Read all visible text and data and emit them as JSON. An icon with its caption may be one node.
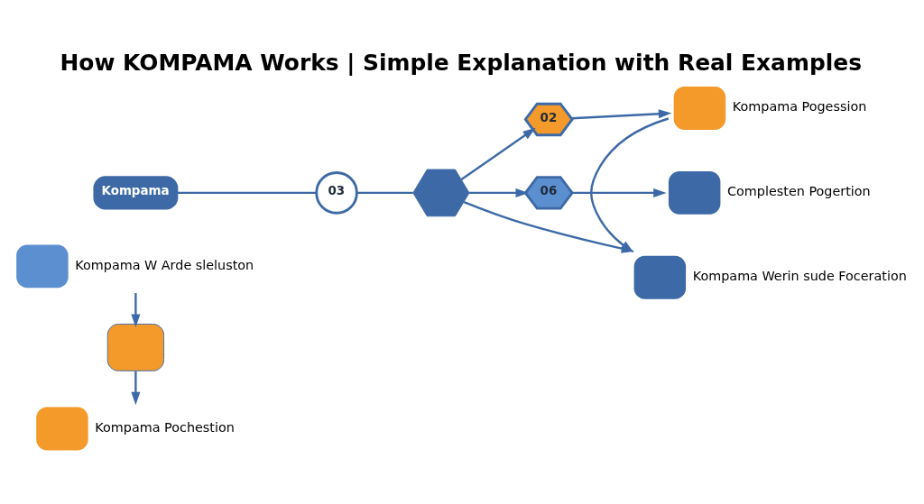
{
  "diagram": {
    "title": "How KOMPAMA Works | Simple Explanation with Real Examples",
    "nodes": [
      {
        "text": [],
        "shape": "box",
        "beside": [
          "Kompama W Arde sleluston"
        ]
      },
      {
        "text": [],
        "shape": "box"
      },
      {
        "text": [],
        "shape": "box",
        "beside": [
          "Kompama Pochestion"
        ]
      },
      {
        "text": [
          "Kompama"
        ]
      },
      {
        "text": [
          "03"
        ]
      },
      {
        "text": [],
        "shape": "hexagon"
      },
      {
        "text": [
          "02"
        ]
      },
      {
        "text": [
          "06"
        ]
      },
      {
        "text": [],
        "shape": "box",
        "beside": [
          "Kompama Pogession"
        ]
      },
      {
        "text": [],
        "shape": "box",
        "beside": [
          "Kompama Werin sude Foceration"
        ]
      },
      {
        "text": [],
        "shape": "box",
        "beside": [
          "Complesten Pogertion"
        ]
      }
    ],
    "edges": [
      {
        "from": 0,
        "to": 1,
        "arrow": "to"
      },
      {
        "from": 1,
        "to": 2,
        "arrow": "to"
      },
      {
        "from": 3,
        "to": 4,
        "arrow": "none"
      },
      {
        "from": 4,
        "to": 5,
        "arrow": "none"
      },
      {
        "from": 5,
        "to": 6,
        "arrow": "to"
      },
      {
        "from": 6,
        "to": 8,
        "arrow": "to"
      },
      {
        "from": 5,
        "to": 9,
        "arrow": "to"
      },
      {
        "from": 5,
        "to": 7,
        "arrow": "to"
      },
      {
        "from": 7,
        "to": 10,
        "arrow": "to"
      },
      {
        "from": 8,
        "to": 9,
        "arrow": "to"
      }
    ]
  }
}
